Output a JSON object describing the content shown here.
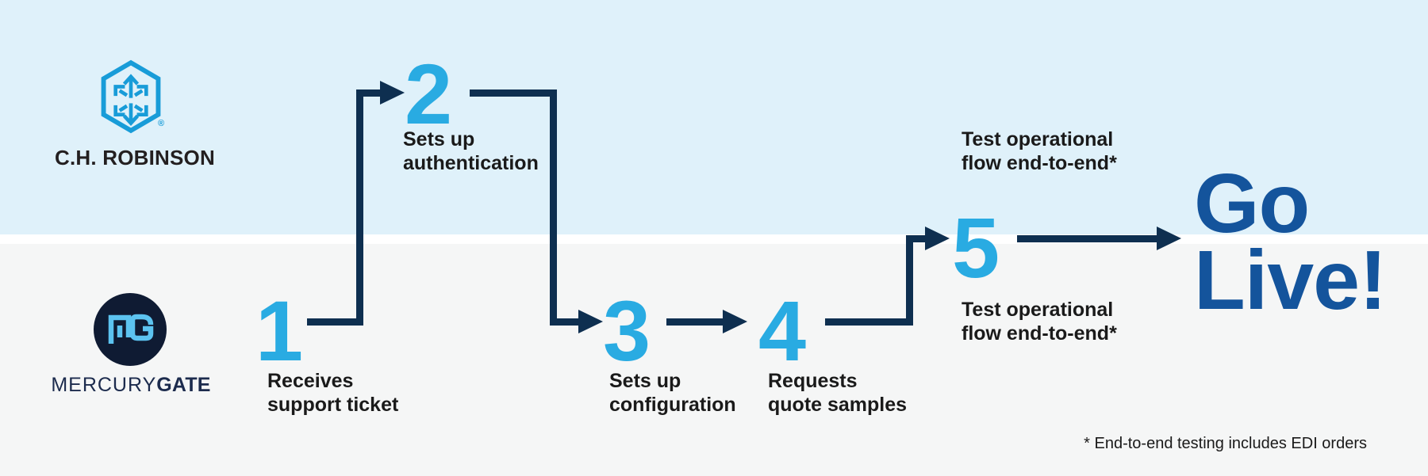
{
  "colors": {
    "lane_top_bg": "#DFF1FA",
    "lane_bottom_bg": "#F5F6F6",
    "lane_divider": "#FFFFFF",
    "step_number_blue": "#29ABE2",
    "connector_navy": "#0E2F50",
    "go_live_blue": "#14549C",
    "chr_logo_blue": "#189CD8",
    "chr_text": "#231F20",
    "mg_circle_navy": "#0F1B33",
    "mg_monogram_blue": "#5CC3F0",
    "mg_text_navy": "#1C2B4D",
    "label_text": "#1A1A1A"
  },
  "companies": {
    "chrobinson": {
      "name": "C.H. ROBINSON",
      "registered_mark": "®"
    },
    "mercurygate": {
      "name_thin": "MERCURY",
      "name_bold": "GATE"
    }
  },
  "steps": [
    {
      "number": "1",
      "line1": "Receives",
      "line2": "support ticket"
    },
    {
      "number": "2",
      "line1": "Sets up",
      "line2": "authentication"
    },
    {
      "number": "3",
      "line1": "Sets up",
      "line2": "configuration"
    },
    {
      "number": "4",
      "line1": "Requests",
      "line2": "quote samples"
    },
    {
      "number": "5",
      "label_top": {
        "line1": "Test operational",
        "line2": "flow end-to-end*"
      },
      "label_bottom": {
        "line1": "Test operational",
        "line2": "flow end-to-end*"
      }
    }
  ],
  "finale": {
    "line1": "Go",
    "line2": "Live!"
  },
  "footnote": "* End-to-end testing includes EDI orders"
}
